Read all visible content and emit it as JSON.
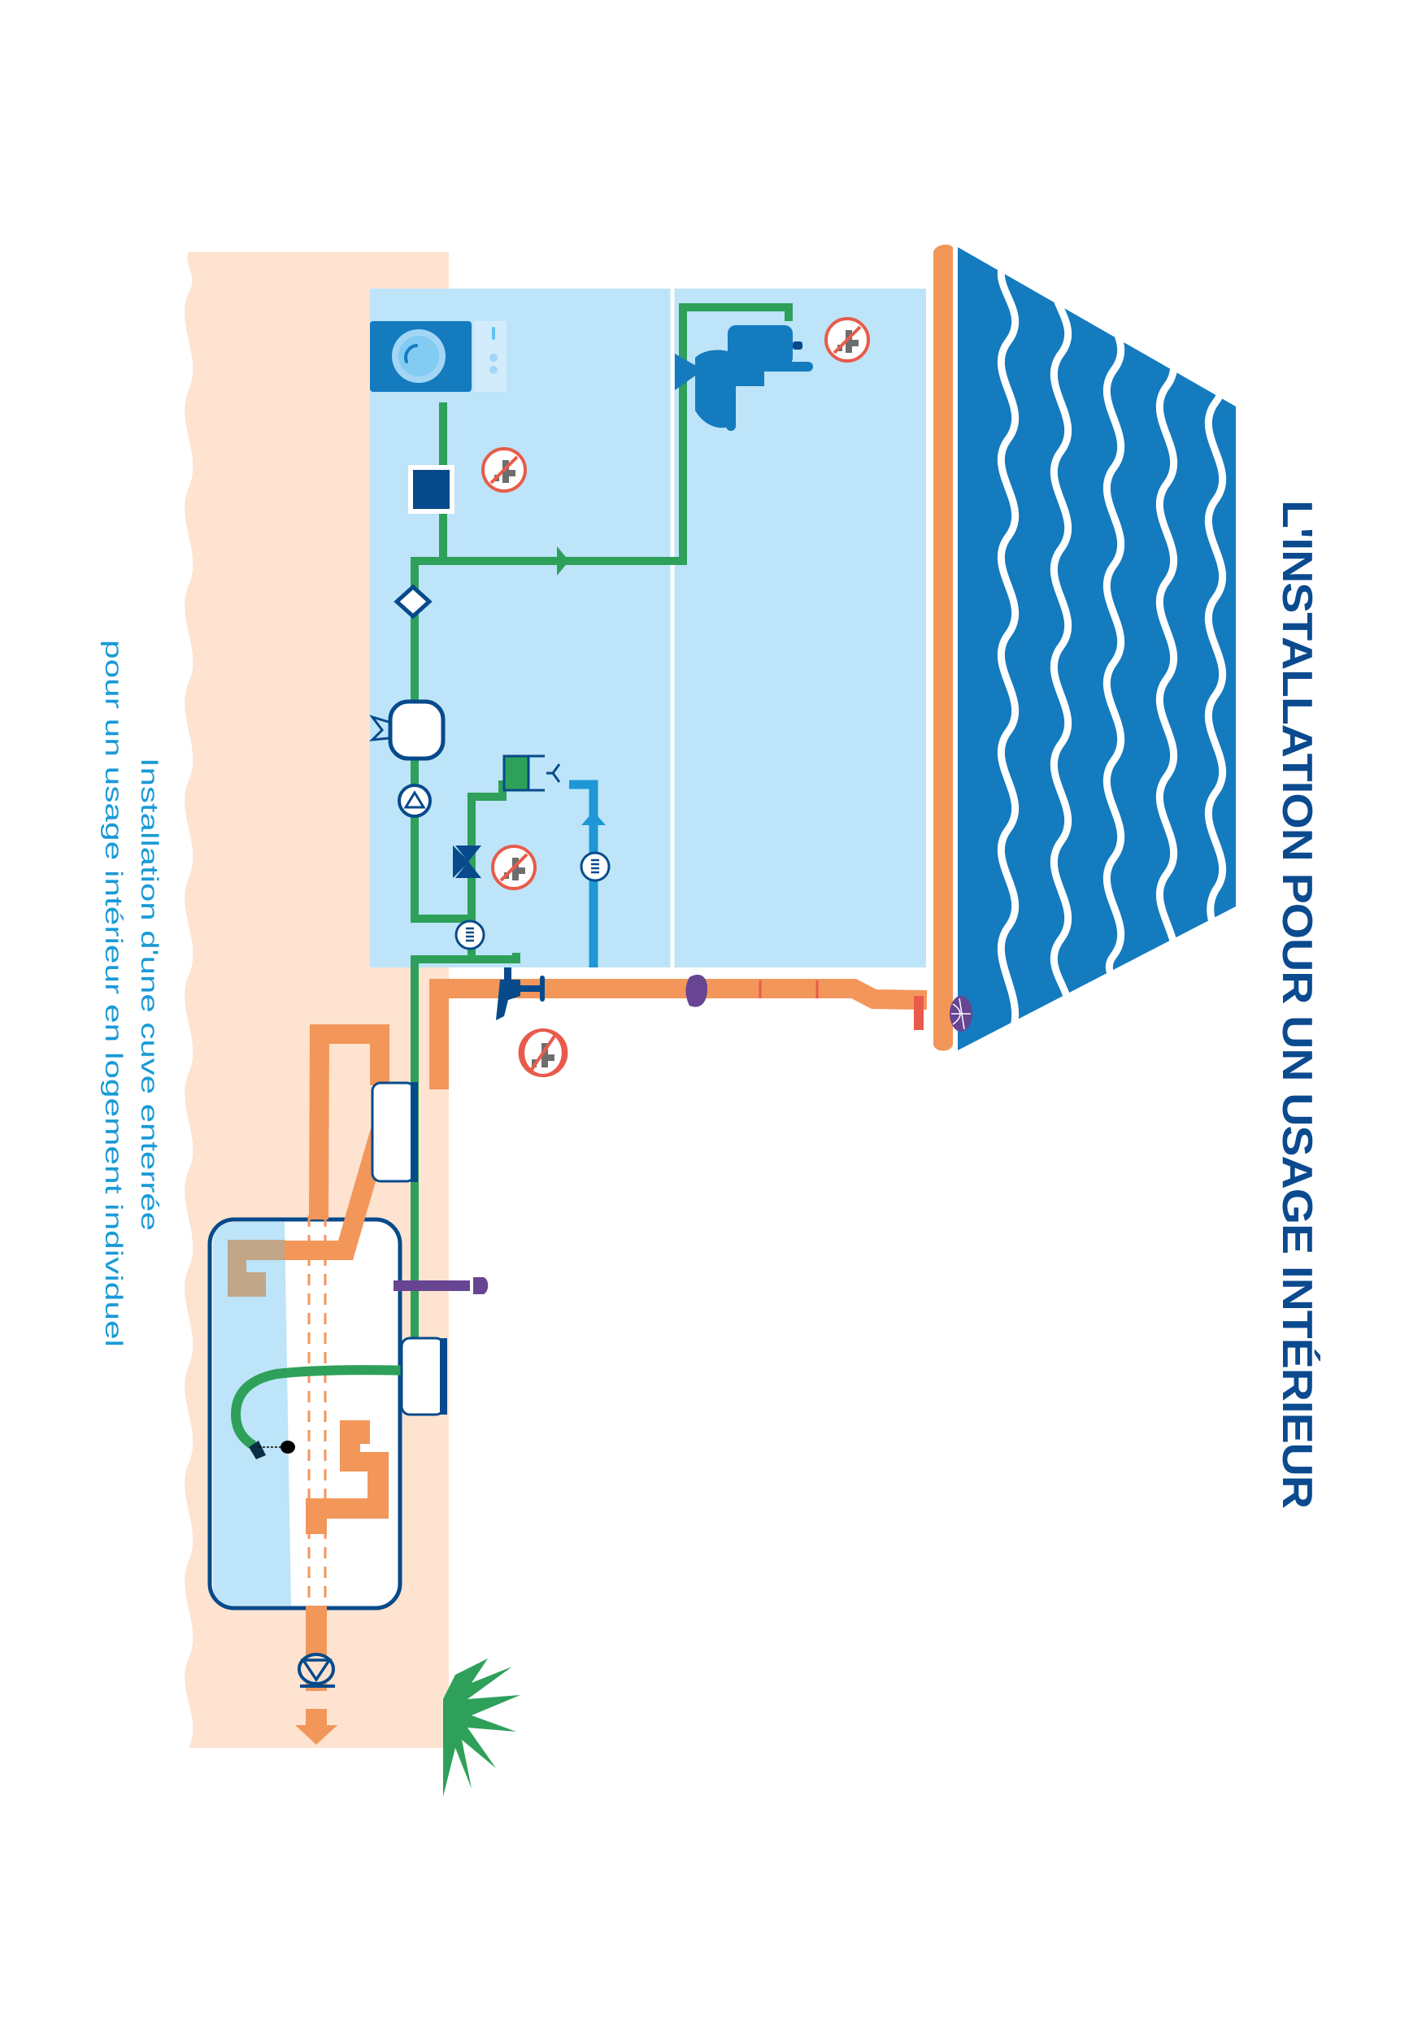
{
  "title": "L'INSTALLATION POUR UN USAGE INTÉRIEUR",
  "subtitle": {
    "line1": "Installation d'une cuve enterrée",
    "line2": "pour un usage intérieur en logement individuel"
  },
  "colors": {
    "title": "#0b4a8f",
    "subtitle": "#1a9ad6",
    "soil": "#fde3d0",
    "house_interior": "#bde4f8",
    "roof": "#147bbf",
    "gutter_pipe": "#f3965a",
    "rainwater_pipe": "#2ea05a",
    "mains_water_pipe": "#1e97d6",
    "dark_blue": "#074a8b",
    "prohibited_sign": "#e85b4a",
    "purple": "#674592",
    "filter_brown": "#c1a688",
    "plant": "#2ea05a"
  },
  "components": {
    "roof": "roof-icon",
    "gutter": "gutter-icon",
    "leaf_guard": "leaf-guard-icon",
    "downpipe_filter": "downpipe-filter-icon",
    "washing_machine": "washing-machine-icon",
    "toilet": "toilet-icon",
    "outdoor_tap": "outdoor-tap-icon",
    "control_unit": "control-box-icon",
    "check_valve": "check-valve-icon",
    "pressure_tank": "pressure-tank-icon",
    "pump": "pump-icon",
    "three_way_valve": "three-way-valve-icon",
    "water_meter": "water-meter-icon",
    "backflow_disconnector": "backflow-disconnector-icon",
    "storage_tank": "underground-tank-icon",
    "inlet_filter": "inlet-filter-icon",
    "floating_suction": "floating-suction-icon",
    "overflow_siphon": "overflow-siphon-icon",
    "anti_return_valve": "anti-return-valve-icon",
    "access_manhole": "manhole-icon",
    "vent": "vent-pipe-icon",
    "plant": "plant-icon",
    "no_drinking_sign": "non-potable-water-sign-icon"
  }
}
